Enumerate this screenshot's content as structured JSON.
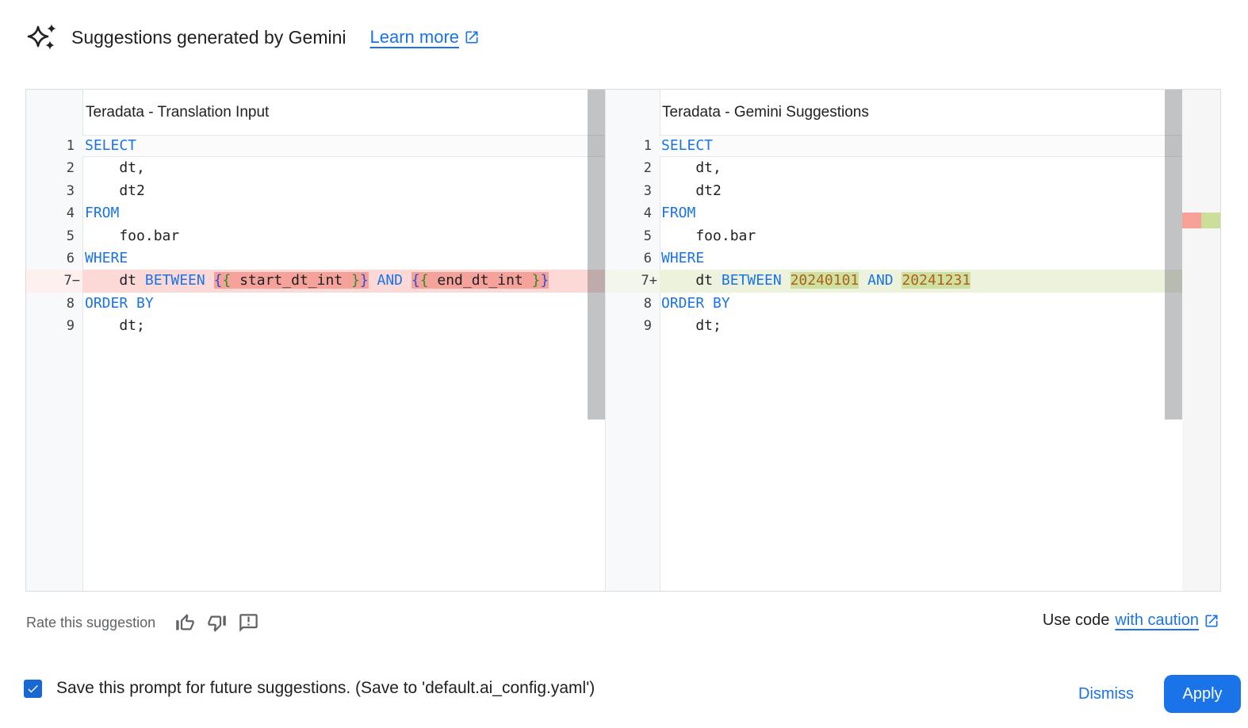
{
  "header": {
    "title": "Suggestions generated by Gemini",
    "learn_more_label": "Learn more"
  },
  "editor": {
    "left": {
      "title": "Teradata - Translation Input",
      "lines": [
        {
          "num": "1",
          "active": true,
          "tokens": [
            {
              "t": "SELECT",
              "c": "kw"
            }
          ]
        },
        {
          "num": "2",
          "tokens": [
            {
              "t": "    dt,",
              "c": "pl"
            }
          ]
        },
        {
          "num": "3",
          "tokens": [
            {
              "t": "    dt2",
              "c": "pl"
            }
          ]
        },
        {
          "num": "4",
          "tokens": [
            {
              "t": "FROM",
              "c": "kw"
            }
          ]
        },
        {
          "num": "5",
          "tokens": [
            {
              "t": "    foo.bar",
              "c": "pl"
            }
          ]
        },
        {
          "num": "6",
          "tokens": [
            {
              "t": "WHERE",
              "c": "kw"
            }
          ]
        },
        {
          "num": "7",
          "marker": "−",
          "change": "del",
          "tokens": [
            {
              "t": "    dt ",
              "c": "pl"
            },
            {
              "t": "BETWEEN",
              "c": "kw"
            },
            {
              "t": " ",
              "c": "pl"
            },
            {
              "t": "{",
              "c": "bo",
              "hl": true
            },
            {
              "t": "{",
              "c": "bi",
              "hl": true
            },
            {
              "t": " start_dt_int ",
              "c": "pl",
              "hl": true
            },
            {
              "t": "}",
              "c": "bi",
              "hl": true
            },
            {
              "t": "}",
              "c": "bo",
              "hl": true
            },
            {
              "t": " ",
              "c": "pl"
            },
            {
              "t": "AND",
              "c": "kw"
            },
            {
              "t": " ",
              "c": "pl"
            },
            {
              "t": "{",
              "c": "bo",
              "hl": true
            },
            {
              "t": "{",
              "c": "bi",
              "hl": true
            },
            {
              "t": " end_dt_int ",
              "c": "pl",
              "hl": true
            },
            {
              "t": "}",
              "c": "bi",
              "hl": true
            },
            {
              "t": "}",
              "c": "bo",
              "hl": true
            }
          ]
        },
        {
          "num": "8",
          "tokens": [
            {
              "t": "ORDER BY",
              "c": "kw"
            }
          ]
        },
        {
          "num": "9",
          "tokens": [
            {
              "t": "    dt;",
              "c": "pl"
            }
          ]
        }
      ]
    },
    "right": {
      "title": "Teradata - Gemini Suggestions",
      "lines": [
        {
          "num": "1",
          "active": true,
          "tokens": [
            {
              "t": "SELECT",
              "c": "kw"
            }
          ]
        },
        {
          "num": "2",
          "tokens": [
            {
              "t": "    dt,",
              "c": "pl"
            }
          ]
        },
        {
          "num": "3",
          "tokens": [
            {
              "t": "    dt2",
              "c": "pl"
            }
          ]
        },
        {
          "num": "4",
          "tokens": [
            {
              "t": "FROM",
              "c": "kw"
            }
          ]
        },
        {
          "num": "5",
          "tokens": [
            {
              "t": "    foo.bar",
              "c": "pl"
            }
          ]
        },
        {
          "num": "6",
          "tokens": [
            {
              "t": "WHERE",
              "c": "kw"
            }
          ]
        },
        {
          "num": "7",
          "marker": "+",
          "change": "ins",
          "tokens": [
            {
              "t": "    dt ",
              "c": "pl"
            },
            {
              "t": "BETWEEN",
              "c": "kw"
            },
            {
              "t": " ",
              "c": "pl"
            },
            {
              "t": "20240101",
              "c": "num",
              "hl": true
            },
            {
              "t": " ",
              "c": "pl"
            },
            {
              "t": "AND",
              "c": "kw"
            },
            {
              "t": " ",
              "c": "pl"
            },
            {
              "t": "20241231",
              "c": "num",
              "hl": true
            }
          ]
        },
        {
          "num": "8",
          "tokens": [
            {
              "t": "ORDER BY",
              "c": "kw"
            }
          ]
        },
        {
          "num": "9",
          "tokens": [
            {
              "t": "    dt;",
              "c": "pl"
            }
          ]
        }
      ]
    }
  },
  "footer": {
    "rate_label": "Rate this suggestion",
    "use_code_prefix": "Use code",
    "use_code_link_label": "with caution"
  },
  "bottom_bar": {
    "save_label": "Save this prompt for future suggestions. (Save to 'default.ai_config.yaml')",
    "checkbox_checked": true,
    "dismiss_label": "Dismiss",
    "apply_label": "Apply"
  },
  "colors": {
    "accent_blue": "#1a73e8",
    "keyword_blue": "#1a73e8",
    "number_orange": "#b05f16",
    "brace_outer_blue": "#2b4eda",
    "brace_inner_green": "#2e8b2e",
    "deleted_line_bg": "#fcd9d6",
    "deleted_word_bg": "#f5a29a",
    "deleted_gutter_bg": "#fdf0ee",
    "inserted_line_bg": "#edf2dd",
    "inserted_word_bg": "#cfe0a3",
    "inserted_gutter_bg": "#f3f6ea",
    "ruler_deleted": "#f9a199",
    "ruler_inserted": "#cbdf9b",
    "checkbox_blue": "#1967d2"
  }
}
